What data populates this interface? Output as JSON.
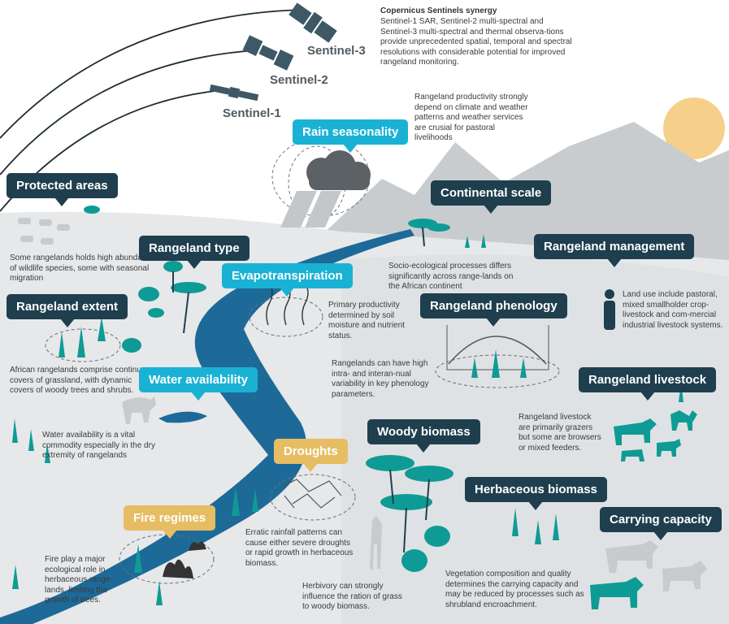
{
  "satellites": {
    "s1": "Sentinel-1",
    "s2": "Sentinel-2",
    "s3": "Sentinel-3"
  },
  "synergy": {
    "title": "Copernicus Sentinels synergy",
    "text": "Sentinel-1 SAR, Sentinel-2 multi-spectral and Sentinel-3 multi-spectral and thermal observa-tions provide unprecedented spatial, temporal and spectral resolutions with considerable potential for improved rangeland monitoring."
  },
  "topics": {
    "rain": {
      "label": "Rain seasonality",
      "text": "Rangeland productivity strongly depend on climate and weather patterns and weather services are crusial for pastoral livelihoods"
    },
    "protected": {
      "label": "Protected areas",
      "text": "Some rangelands holds high abundances of wildlife species, some with seasonal migration"
    },
    "continental": {
      "label": "Continental scale",
      "text": "Socio-ecological processes differs significantly across range-lands on the African continent"
    },
    "type": {
      "label": "Rangeland type"
    },
    "management": {
      "label": "Rangeland management",
      "text": "Land use include pastoral, mixed smallholder crop-livestock and com-mercial industrial livestock systems."
    },
    "evapo": {
      "label": "Evapotranspiration",
      "text": "Primary productivity determined by soil moisture and nutrient status."
    },
    "extent": {
      "label": "Rangeland extent",
      "text": "African rangelands comprise continuous covers of grassland, with dynamic covers of woody trees and shrubs."
    },
    "phenology": {
      "label": "Rangeland phenology",
      "text": "Rangelands can have high intra- and interan-nual variability in key phenology parameters."
    },
    "water": {
      "label": "Water availability",
      "text": "Water availability is a vital commodity especially in the dry extremity of rangelands"
    },
    "livestock": {
      "label": "Rangeland livestock",
      "text": "Rangeland livestock are primarily grazers but some are browsers or mixed feeders."
    },
    "woody": {
      "label": "Woody biomass",
      "text": "Herbivory can strongly influence the ration of grass to woody biomass."
    },
    "droughts": {
      "label": "Droughts",
      "text": "Erratic rainfall patterns can cause either severe droughts or rapid growth in herbaceous biomass."
    },
    "herbaceous": {
      "label": "Herbaceous biomass"
    },
    "fire": {
      "label": "Fire regimes",
      "text": "Fire play a major ecological role in herbaceous range-lands, limiting the growth of trees."
    },
    "carrying": {
      "label": "Carrying capacity",
      "text": "Vegetation composition and quality determines the carrying capacity and may be reduced by processes such as shrubland encroachment."
    }
  },
  "colors": {
    "dark": "#1f3f4e",
    "cyan": "#19b2d4",
    "yellow": "#e6bd62",
    "teal": "#0f9b95",
    "river": "#1d6a99",
    "ground": "#e6e8ea",
    "mountain": "#c9cccf",
    "sun": "#f6d08a"
  }
}
